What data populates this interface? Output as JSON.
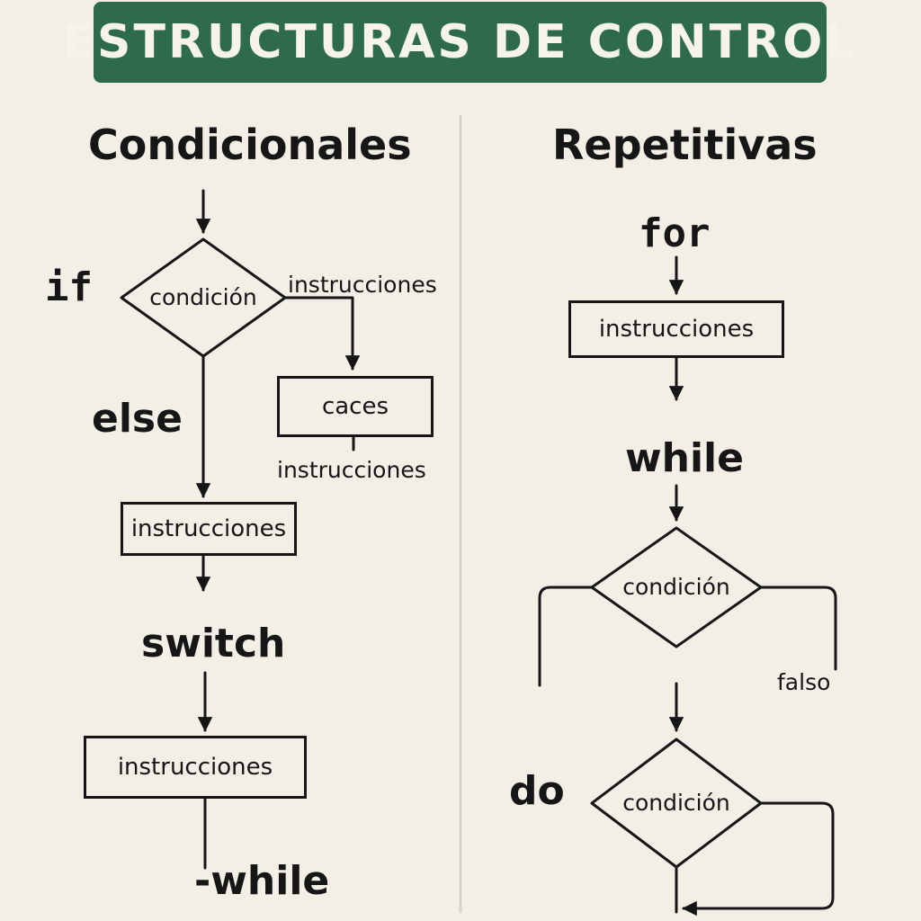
{
  "title": "ESTRUCTURAS DE CONTROL",
  "colors": {
    "background": "#f3efe7",
    "banner": "#2e6b4c",
    "banner_text": "#f6f3ec",
    "ink": "#161616",
    "divider": "#d8d2c6"
  },
  "left": {
    "heading": "Condicionales",
    "if": {
      "keyword": "if",
      "diamond_label": "condición",
      "branch_label": "instrucciones",
      "side_box_label": "caces",
      "side_box_below_label": "instrucciones"
    },
    "else": {
      "keyword": "else",
      "box_label": "instrucciones"
    },
    "switch": {
      "keyword": "switch",
      "box_label": "instrucciones"
    },
    "bottom_keyword": "-while"
  },
  "right": {
    "heading": "Repetitivas",
    "for": {
      "keyword": "for",
      "box_label": "instrucciones"
    },
    "while": {
      "keyword": "while",
      "diamond_label": "condición",
      "false_label": "falso"
    },
    "do": {
      "keyword": "do",
      "diamond_label": "condición"
    }
  }
}
